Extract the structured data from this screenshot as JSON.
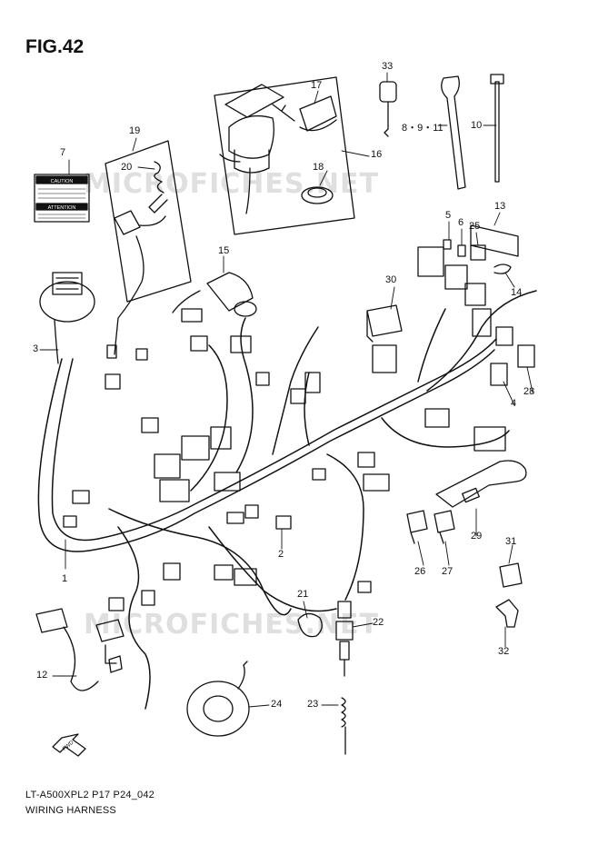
{
  "figure": {
    "title": "FIG.42",
    "code": "LT-A500XPL2 P17 P24_042",
    "name": "WIRING HARNESS"
  },
  "watermarks": [
    "MICROFICHES.NET",
    "MICROFICHES.NET"
  ],
  "labels": {
    "caution": "CAUTION",
    "attention": "ATTENTION",
    "direction": "FWD"
  },
  "callouts": [
    "1",
    "2",
    "3",
    "4",
    "5",
    "6",
    "7",
    "8・9・11",
    "10",
    "12",
    "13",
    "14",
    "15",
    "16",
    "17",
    "18",
    "19",
    "20",
    "21",
    "22",
    "23",
    "24",
    "25",
    "26",
    "27",
    "28",
    "29",
    "30",
    "31",
    "32",
    "33"
  ]
}
